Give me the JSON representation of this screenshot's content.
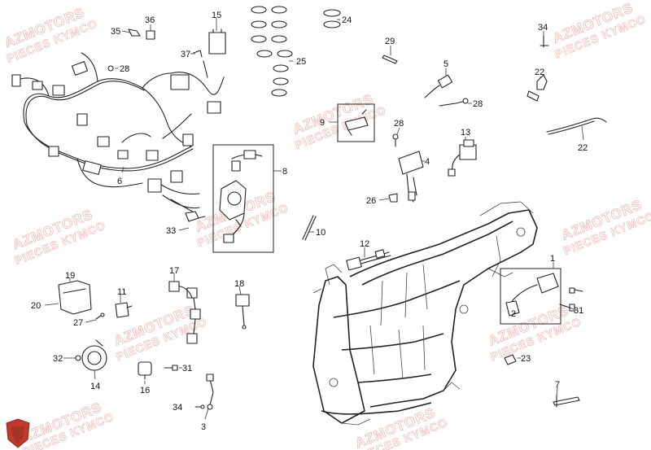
{
  "watermark": {
    "line1": "AZMOTORS",
    "line2": "PIECES KYMCO"
  },
  "logo": {
    "text": "AZMOTORS",
    "color": "#c0392b"
  },
  "callouts": [
    {
      "id": "c35",
      "text": "35"
    },
    {
      "id": "c36",
      "text": "36"
    },
    {
      "id": "c15",
      "text": "15"
    },
    {
      "id": "c37",
      "text": "37"
    },
    {
      "id": "c24",
      "text": "24"
    },
    {
      "id": "c25",
      "text": "25"
    },
    {
      "id": "c28a",
      "text": "28"
    },
    {
      "id": "c29",
      "text": "29"
    },
    {
      "id": "c5",
      "text": "5"
    },
    {
      "id": "c28b",
      "text": "28"
    },
    {
      "id": "c34a",
      "text": "34"
    },
    {
      "id": "c22a",
      "text": "22"
    },
    {
      "id": "c22b",
      "text": "22"
    },
    {
      "id": "c9",
      "text": "9"
    },
    {
      "id": "c28c",
      "text": "28"
    },
    {
      "id": "c13",
      "text": "13"
    },
    {
      "id": "c4",
      "text": "4"
    },
    {
      "id": "c6",
      "text": "6"
    },
    {
      "id": "c8",
      "text": "8"
    },
    {
      "id": "c26",
      "text": "26"
    },
    {
      "id": "c33",
      "text": "33"
    },
    {
      "id": "c10",
      "text": "10"
    },
    {
      "id": "c12",
      "text": "12"
    },
    {
      "id": "c1",
      "text": "1"
    },
    {
      "id": "c2",
      "text": "2"
    },
    {
      "id": "c31a",
      "text": "31"
    },
    {
      "id": "c19",
      "text": "19"
    },
    {
      "id": "c20",
      "text": "20"
    },
    {
      "id": "c11",
      "text": "11"
    },
    {
      "id": "c17",
      "text": "17"
    },
    {
      "id": "c18",
      "text": "18"
    },
    {
      "id": "c27",
      "text": "27"
    },
    {
      "id": "c32",
      "text": "32"
    },
    {
      "id": "c14",
      "text": "14"
    },
    {
      "id": "c31b",
      "text": "31"
    },
    {
      "id": "c16",
      "text": "16"
    },
    {
      "id": "c23",
      "text": "23"
    },
    {
      "id": "c7",
      "text": "7"
    },
    {
      "id": "c34b",
      "text": "34"
    },
    {
      "id": "c3",
      "text": "3"
    }
  ]
}
